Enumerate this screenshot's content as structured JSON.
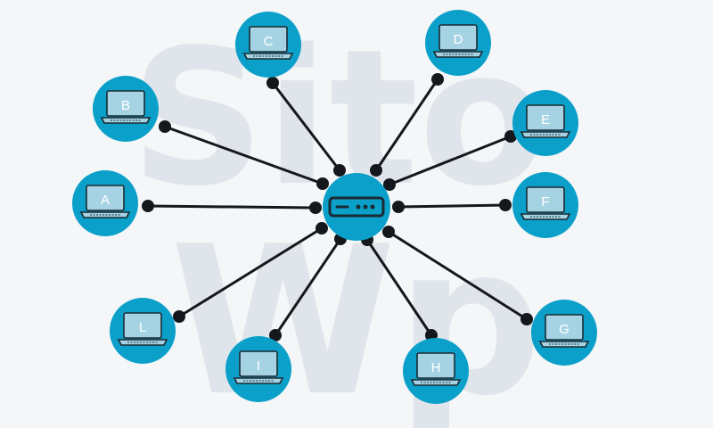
{
  "watermark": {
    "line1": "Sito",
    "line2": "Wp"
  },
  "colors": {
    "background": "#f4f6f8",
    "node": "#0ba0c9",
    "screen": "#a6d3e3",
    "outline": "#1b2a33",
    "link": "#14181c",
    "watermark": "#dfe5ea"
  },
  "hub": {
    "name": "switch",
    "icon": "router-icon"
  },
  "nodes": [
    {
      "label": "A",
      "icon": "laptop-icon"
    },
    {
      "label": "B",
      "icon": "laptop-icon"
    },
    {
      "label": "C",
      "icon": "laptop-icon"
    },
    {
      "label": "D",
      "icon": "laptop-icon"
    },
    {
      "label": "E",
      "icon": "laptop-icon"
    },
    {
      "label": "F",
      "icon": "laptop-icon"
    },
    {
      "label": "G",
      "icon": "laptop-icon"
    },
    {
      "label": "H",
      "icon": "laptop-icon"
    },
    {
      "label": "I",
      "icon": "laptop-icon"
    },
    {
      "label": "L",
      "icon": "laptop-icon"
    }
  ]
}
